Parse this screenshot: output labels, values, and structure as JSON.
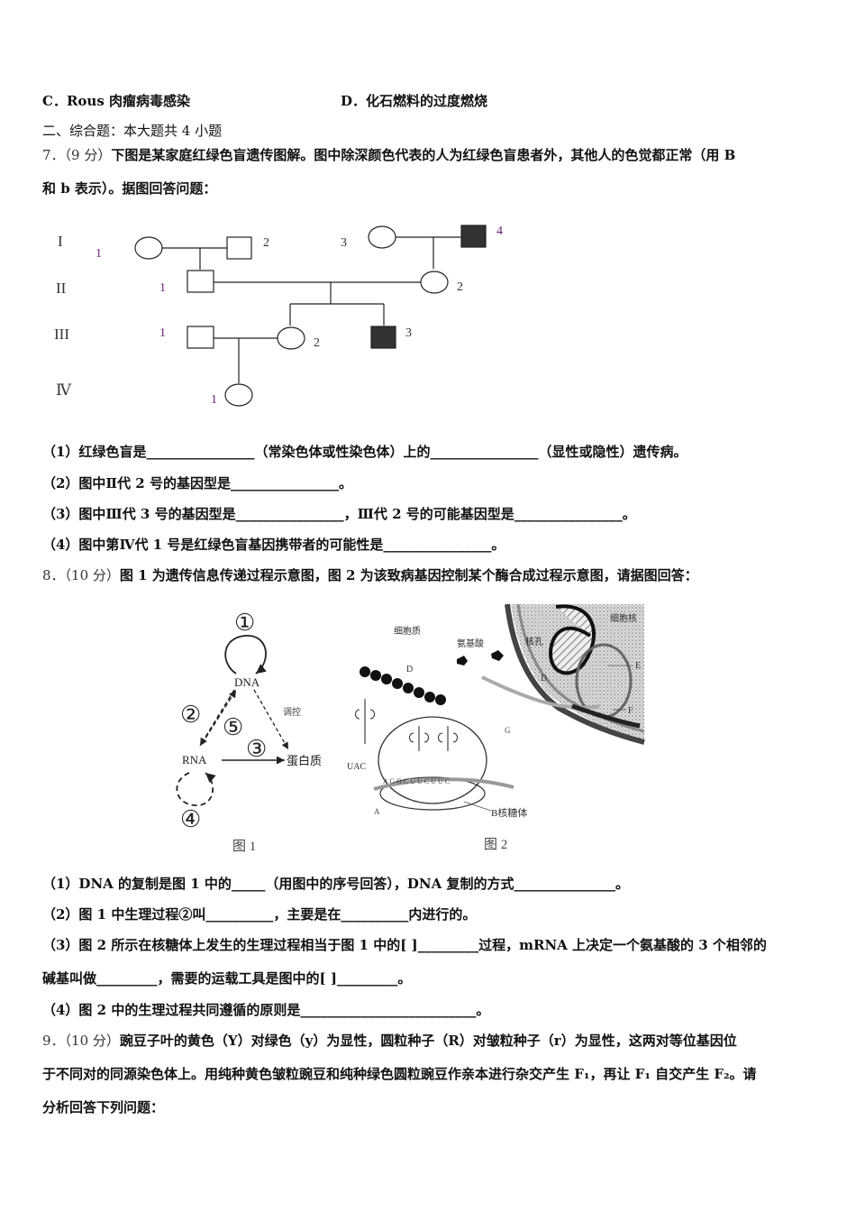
{
  "lines": {
    "opt_c": "C．Rous 肉瘤病毒感染",
    "opt_d": "D．化石燃料的过度燃烧",
    "section2": "二、综合题：本大题共 4 小题",
    "q7_num": "7．（9 分）",
    "q7_text1": "下图是某家庭红绿色盲遗传图解。图中除深颜色代表的人为红绿色盲患者外，其他人的色觉都正常（用 B",
    "q7_text2": "和 b 表示）。据图回答问题：",
    "q7_1": "（1）红绿色盲是________________（常染色体或性染色体）上的________________（显性或隐性）遗传病。",
    "q7_2": "（2）图中Ⅱ代 2 号的基因型是________________。",
    "q7_3": "（3）图中Ⅲ代 3 号的基因型是________________，Ⅲ代 2 号的可能基因型是________________。",
    "q7_4": "（4）图中第Ⅳ代 1 号是红绿色盲基因携带者的可能性是________________。",
    "q8_num": "8．（10 分）",
    "q8_text": "图 1 为遗传信息传递过程示意图，图 2 为该致病基因控制某个酶合成过程示意图，请据图回答：",
    "q8_1": "（1）DNA 的复制是图 1 中的_____（用图中的序号回答），DNA 复制的方式_______________。",
    "q8_2": "（2）图 1 中生理过程②叫__________，主要是在__________内进行的。",
    "q8_3a": "（3）图 2 所示在核糖体上发生的生理过程相当于图 1 中的[  ]_________过程，mRNA 上决定一个氨基酸的 3 个相邻的",
    "q8_3b": "碱基叫做_________，需要的运载工具是图中的[  ]_________。",
    "q8_4": "（4）图 2 中的生理过程共同遵循的原则是__________________________。",
    "q9_num": "9．（10 分）",
    "q9_text1": "豌豆子叶的黄色（Y）对绿色（y）为显性，圆粒种子（R）对皱粒种子（r）为显性，这两对等位基因位",
    "q9_text2": "于不同对的同源染色体上。用纯种黄色皱粒豌豆和纯种绿色圆粒豌豆作亲本进行杂交产生 F₁，再让 F₁ 自交产生 F₂。请",
    "q9_text3": "分析回答下列问题："
  },
  "pedigree": {
    "generations": [
      "I",
      "II",
      "III",
      "Ⅳ"
    ],
    "labels": {
      "I1": "1",
      "I2": "2",
      "I3": "3",
      "I4": "4",
      "II1": "1",
      "II2": "2",
      "III1": "1",
      "III2": "2",
      "III3": "3",
      "IV1": "1"
    }
  },
  "fig1": {
    "circle1": "①",
    "circle2": "②",
    "circle3": "③",
    "circle4": "④",
    "circle5": "⑤",
    "dna": "DNA",
    "rna": "RNA",
    "protein": "蛋白质",
    "regulate": "调控",
    "caption": "图 1"
  },
  "fig2": {
    "cytoplasm": "细胞质",
    "nucleus": "细胞核",
    "amino_acid": "氨基酸",
    "hole": "核孔",
    "D": "D",
    "D2": "D",
    "E": "E",
    "F": "F",
    "G": "G",
    "A": "A",
    "uac": "UAC",
    "seq": "A G G C U U C U U C",
    "ribosome": "B核糖体",
    "caption": "图 2"
  },
  "colors": {
    "affected": "#333333",
    "label_purple": "#6a1f7a"
  }
}
